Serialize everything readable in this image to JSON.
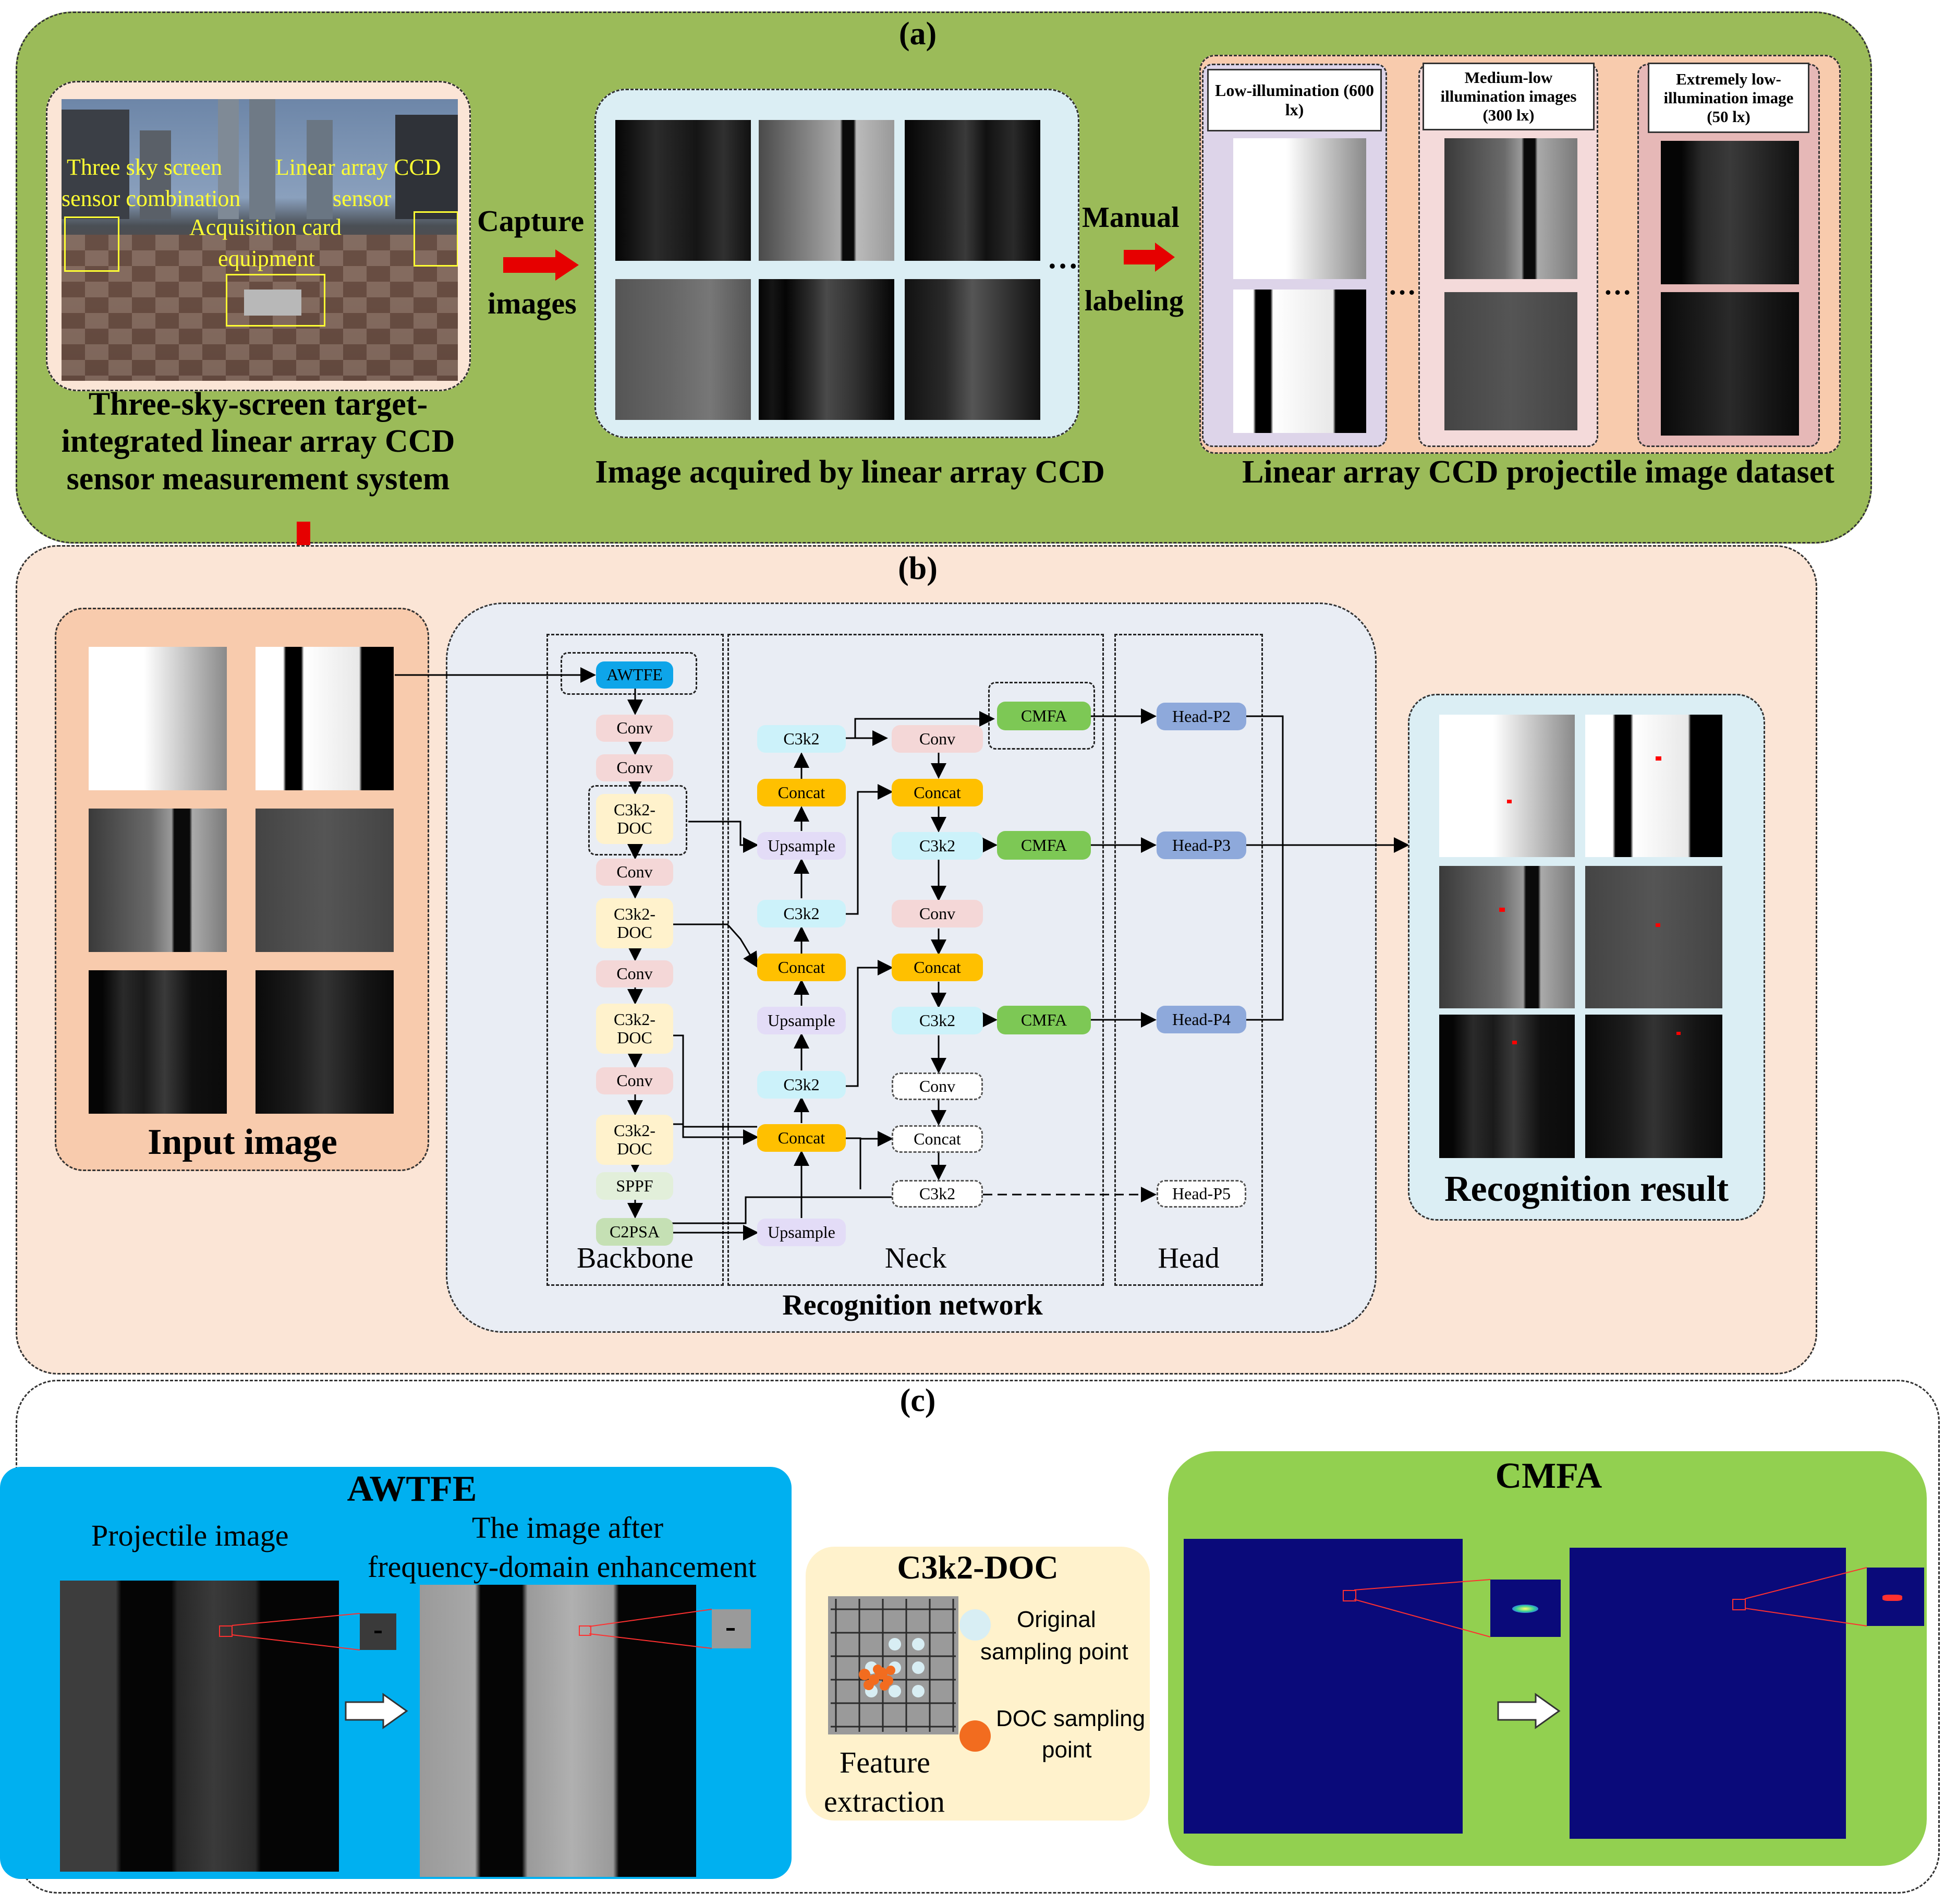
{
  "panel_a": {
    "title": "(a)",
    "photo_labels": {
      "three_sky": "Three sky screen",
      "sensor_comb": "sensor combination",
      "linear_ccd": "Linear array CCD",
      "sensor": "sensor",
      "acq_card": "Acquisition card",
      "equipment": "equipment"
    },
    "system_caption": "Three-sky-screen target-integrated linear array CCD sensor measurement system",
    "capture_label_1": "Capture",
    "capture_label_2": "images",
    "ellipsis": "…",
    "acquired_caption": "Image acquired by linear array CCD",
    "manual_label_1": "Manual",
    "manual_label_2": "labeling",
    "dataset": {
      "low": "Low-illumination (600 lx)",
      "medium": "Medium-low illumination images (300 lx)",
      "extreme": "Extremely low-illumination image (50 lx)",
      "dots": "…",
      "caption": "Linear array CCD projectile image dataset"
    }
  },
  "panel_b": {
    "title": "(b)",
    "input_caption": "Input image",
    "network_caption": "Recognition network",
    "backbone_label": "Backbone",
    "neck_label": "Neck",
    "head_label": "Head",
    "result_caption": "Recognition result",
    "backbone": [
      "AWTFE",
      "Conv",
      "Conv",
      "C3k2-DOC",
      "Conv",
      "C3k2-DOC",
      "Conv",
      "C3k2-DOC",
      "Conv",
      "C3k2-DOC",
      "SPPF",
      "C2PSA"
    ],
    "neck_left": [
      "C3k2",
      "Concat",
      "Upsample",
      "C3k2",
      "Concat",
      "Upsample",
      "C3k2",
      "Concat",
      "Upsample"
    ],
    "neck_right": [
      "Conv",
      "Concat",
      "C3k2",
      "Conv",
      "Concat",
      "C3k2",
      "Conv",
      "Concat",
      "C3k2"
    ],
    "cmfa": [
      "CMFA",
      "CMFA",
      "CMFA"
    ],
    "heads": [
      "Head-P2",
      "Head-P3",
      "Head-P4",
      "Head-P5"
    ]
  },
  "panel_c": {
    "title": "(c)",
    "awtfe": {
      "title": "AWTFE",
      "left_caption": "Projectile image",
      "right_caption_1": "The image after",
      "right_caption_2": "frequency-domain enhancement"
    },
    "doc": {
      "title": "C3k2-DOC",
      "orig_1": "Original",
      "orig_2": "sampling point",
      "doc_1": "DOC sampling",
      "doc_2": "point",
      "feat_1": "Feature",
      "feat_2": "extraction"
    },
    "cmfa": {
      "title": "CMFA"
    }
  },
  "colors": {
    "panel_a_bg": "#9bbb59",
    "panel_b_bg": "#fbe5d6",
    "network_bg": "#e9edf4",
    "input_bg": "#f8cbad",
    "result_bg": "#dbeef4",
    "awtfe_bg": "#00b0f0",
    "doc_bg": "#fff2cc",
    "cmfa_bg": "#92d050",
    "arrow_red": "#e60000",
    "node_awtfe": "#0ea5e9",
    "node_conv": "#f4d7d7",
    "node_c3k2doc": "#fff2cc",
    "node_c3k2": "#ccf2fa",
    "node_concat": "#ffc000",
    "node_upsample": "#e3dcf7",
    "node_cmfa": "#7dc855",
    "node_head": "#8ea9db",
    "node_sppf": "#e2efda",
    "node_c2psa": "#c5e0b4",
    "heatmap_bg": "#0a0a7a"
  }
}
